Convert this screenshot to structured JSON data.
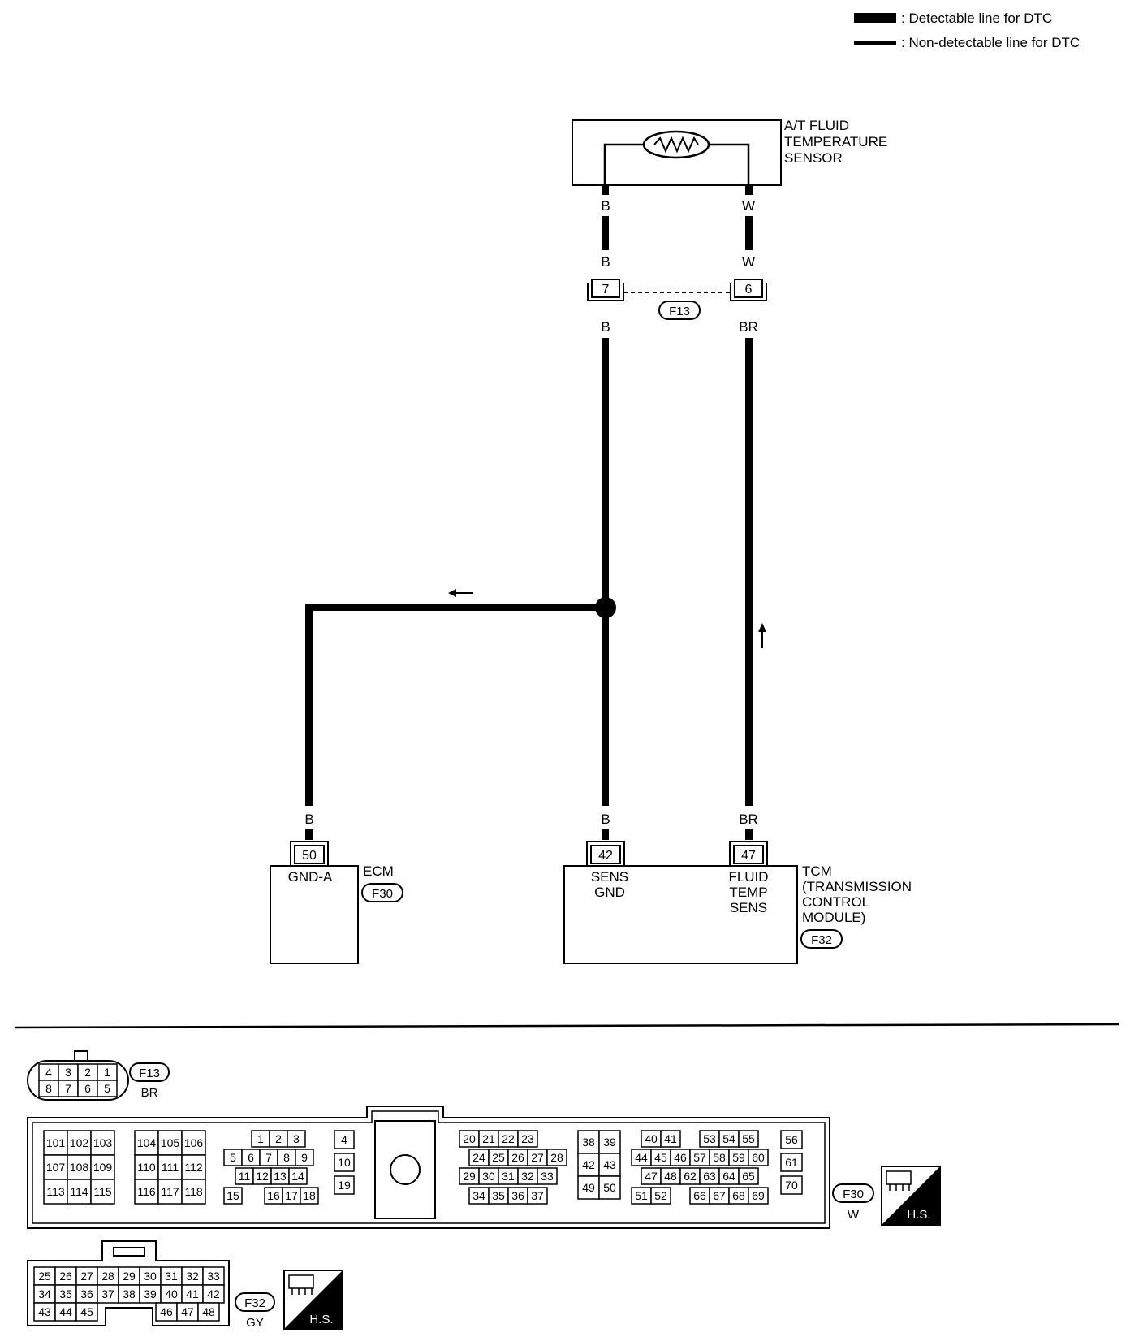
{
  "legend": {
    "detectable": ": Detectable line for DTC",
    "non_detectable": ": Non-detectable line for DTC"
  },
  "sensor": {
    "label": [
      "A/T FLUID",
      "TEMPERATURE",
      "SENSOR"
    ],
    "wire_left": "B",
    "wire_right": "W"
  },
  "joint_connector": {
    "name": "F13",
    "pin_left": "7",
    "pin_right": "6",
    "wire_left_top": "B",
    "wire_right_top": "W",
    "wire_left_bottom": "B",
    "wire_right_bottom": "BR"
  },
  "ecm": {
    "name": "ECM",
    "connector": "F30",
    "pin": "50",
    "terminal": "GND-A",
    "wire": "B"
  },
  "tcm": {
    "label": [
      "TCM",
      "(TRANSMISSION",
      "CONTROL",
      "MODULE)"
    ],
    "connector": "F32",
    "pin_a": "42",
    "terminal_a": [
      "SENS",
      "GND"
    ],
    "wire_a": "B",
    "pin_b": "47",
    "terminal_b": [
      "FLUID",
      "TEMP",
      "SENS"
    ],
    "wire_b": "BR"
  },
  "connector_views": {
    "f13": {
      "name": "F13",
      "color": "BR",
      "top_row": [
        "4",
        "3",
        "2",
        "1"
      ],
      "bottom_row": [
        "8",
        "7",
        "6",
        "5"
      ]
    },
    "f30": {
      "name": "F30",
      "color": "W",
      "block_a": [
        [
          "101",
          "102",
          "103"
        ],
        [
          "107",
          "108",
          "109"
        ],
        [
          "113",
          "114",
          "115"
        ]
      ],
      "block_b": [
        [
          "104",
          "105",
          "106"
        ],
        [
          "110",
          "111",
          "112"
        ],
        [
          "116",
          "117",
          "118"
        ]
      ],
      "block_c": [
        [
          "1",
          "2",
          "3"
        ],
        [
          "5",
          "6",
          "7",
          "8",
          "9"
        ],
        [
          "11",
          "12",
          "13",
          "14"
        ],
        [
          "15",
          "16",
          "17",
          "18"
        ]
      ],
      "block_d": [
        "4",
        "10",
        "19"
      ],
      "block_e": [
        [
          "20",
          "21",
          "22",
          "23"
        ],
        [
          "24",
          "25",
          "26",
          "27",
          "28"
        ],
        [
          "29",
          "30",
          "31",
          "32",
          "33"
        ],
        [
          "34",
          "35",
          "36",
          "37"
        ]
      ],
      "block_f": [
        [
          "38",
          "39"
        ],
        [
          "42",
          "43"
        ],
        [
          "49",
          "50"
        ]
      ],
      "block_g": [
        [
          "40",
          "41",
          "53",
          "54",
          "55"
        ],
        [
          "44",
          "45",
          "46",
          "57",
          "58",
          "59",
          "60"
        ],
        [
          "47",
          "48",
          "62",
          "63",
          "64",
          "65"
        ],
        [
          "51",
          "52",
          "66",
          "67",
          "68",
          "69"
        ]
      ],
      "block_h": [
        "56",
        "61",
        "70"
      ],
      "hs": "H.S."
    },
    "f32": {
      "name": "F32",
      "color": "GY",
      "rows": [
        [
          "25",
          "26",
          "27",
          "28",
          "29",
          "30",
          "31",
          "32",
          "33"
        ],
        [
          "34",
          "35",
          "36",
          "37",
          "38",
          "39",
          "40",
          "41",
          "42"
        ],
        [
          "43",
          "44",
          "45",
          "46",
          "47",
          "48"
        ]
      ],
      "hs": "H.S."
    }
  }
}
